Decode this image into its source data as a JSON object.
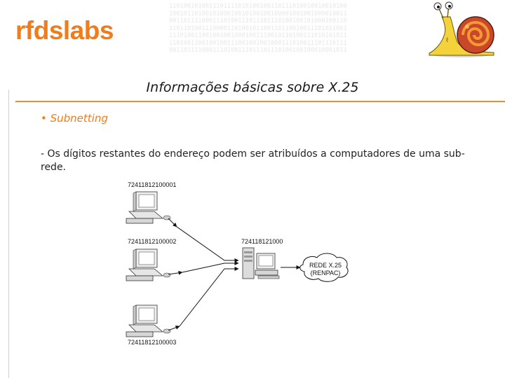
{
  "brand": {
    "logo_bold": "rfds",
    "logo_light": "labs",
    "accent_color": "#f07c1c"
  },
  "header": {
    "binary_rows": [
      "1101001010011101111010100100110111010010010010100",
      "1001011010010100010010100100100001001001000010011",
      "0011011110001110100111011101110100100101000100110",
      "1101101001110000110100101100110110010011101011001",
      "1110100110010010010001001110010110100111010101011",
      "1101001100100100111001001001000111010011101110111",
      "0011011110001110100111011101110100100100010001011"
    ]
  },
  "slide": {
    "title": "Informações básicas sobre X.25",
    "bullet": "• Subnetting",
    "body": "- Os dígitos restantes do endereço podem ser atribuídos a computadores de uma sub-rede."
  },
  "diagram": {
    "pc_top_label": "72411812100001",
    "pc_mid_label": "72411812100002",
    "pc_bottom_label": "72411812100003",
    "host_label": "724118121000",
    "network_line1": "REDE X.25",
    "network_line2": "(RENPAC)"
  }
}
